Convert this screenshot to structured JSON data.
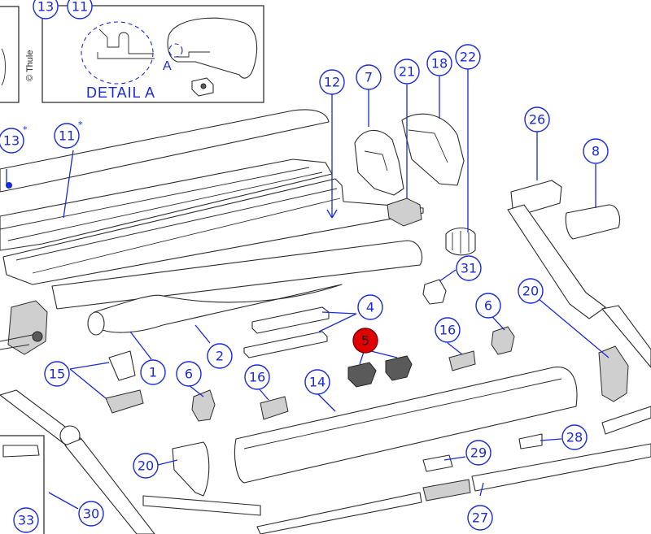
{
  "copyright": "© Thule",
  "detail_label": "DETAIL A",
  "detail_marker": "A",
  "callouts": [
    {
      "id": "c13-top",
      "label": "13"
    },
    {
      "id": "c11-top",
      "label": "11"
    },
    {
      "id": "c13",
      "label": "13",
      "star": "*"
    },
    {
      "id": "c11",
      "label": "11",
      "star": "*"
    },
    {
      "id": "c12",
      "label": "12"
    },
    {
      "id": "c7",
      "label": "7"
    },
    {
      "id": "c21",
      "label": "21"
    },
    {
      "id": "c18",
      "label": "18"
    },
    {
      "id": "c22",
      "label": "22"
    },
    {
      "id": "c26",
      "label": "26"
    },
    {
      "id": "c8",
      "label": "8"
    },
    {
      "id": "c31",
      "label": "31"
    },
    {
      "id": "c20r",
      "label": "20"
    },
    {
      "id": "c6r",
      "label": "6"
    },
    {
      "id": "c4",
      "label": "4"
    },
    {
      "id": "c16r",
      "label": "16"
    },
    {
      "id": "c5",
      "label": "5",
      "highlight": true
    },
    {
      "id": "c1",
      "label": "1"
    },
    {
      "id": "c2",
      "label": "2"
    },
    {
      "id": "c15",
      "label": "15"
    },
    {
      "id": "c6l",
      "label": "6"
    },
    {
      "id": "c16l",
      "label": "16"
    },
    {
      "id": "c14",
      "label": "14"
    },
    {
      "id": "c20l",
      "label": "20"
    },
    {
      "id": "c29",
      "label": "29"
    },
    {
      "id": "c28",
      "label": "28"
    },
    {
      "id": "c30",
      "label": "30"
    },
    {
      "id": "c33",
      "label": "33"
    },
    {
      "id": "c27",
      "label": "27"
    }
  ],
  "colors": {
    "callout": "#1a2bd6",
    "highlight": "#e00000",
    "line": "#2b2b2b"
  }
}
